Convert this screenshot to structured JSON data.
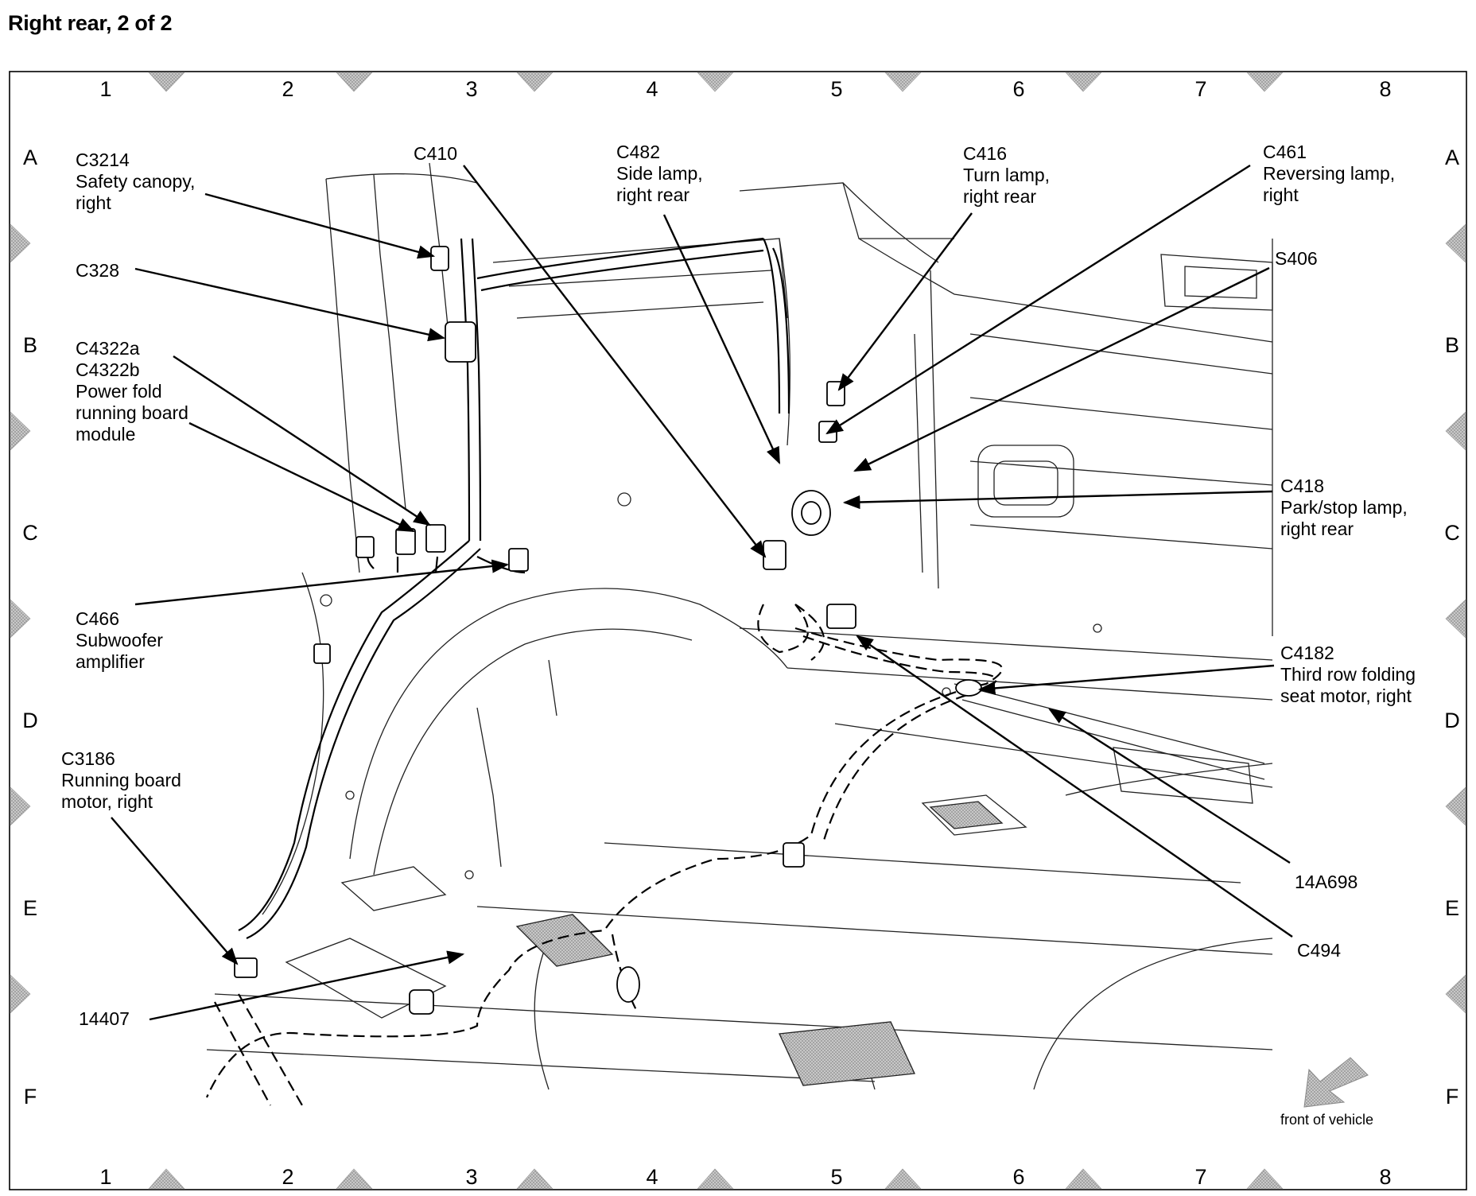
{
  "title": "Right rear, 2 of 2",
  "grid": {
    "columns": [
      "1",
      "2",
      "3",
      "4",
      "5",
      "6",
      "7",
      "8"
    ],
    "rows": [
      "A",
      "B",
      "C",
      "D",
      "E",
      "F"
    ]
  },
  "callouts": {
    "c3214": [
      "C3214",
      "Safety canopy,",
      "right"
    ],
    "c328": [
      "C328"
    ],
    "c4322": [
      "C4322a",
      "C4322b",
      "Power fold",
      "running board",
      "module"
    ],
    "c466": [
      "C466",
      "Subwoofer",
      "amplifier"
    ],
    "c3186": [
      "C3186",
      "Running board",
      "motor, right"
    ],
    "n14407": [
      "14407"
    ],
    "c410": [
      "C410"
    ],
    "c482": [
      "C482",
      "Side lamp,",
      "right rear"
    ],
    "c416": [
      "C416",
      "Turn lamp,",
      "right rear"
    ],
    "c461": [
      "C461",
      "Reversing lamp,",
      "right"
    ],
    "s406": [
      "S406"
    ],
    "c418": [
      "C418",
      "Park/stop lamp,",
      "right rear"
    ],
    "c4182": [
      "C4182",
      "Third row folding",
      "seat motor, right"
    ],
    "n14a698": [
      "14A698"
    ],
    "c494": [
      "C494"
    ]
  },
  "orientation_note": "front of vehicle"
}
